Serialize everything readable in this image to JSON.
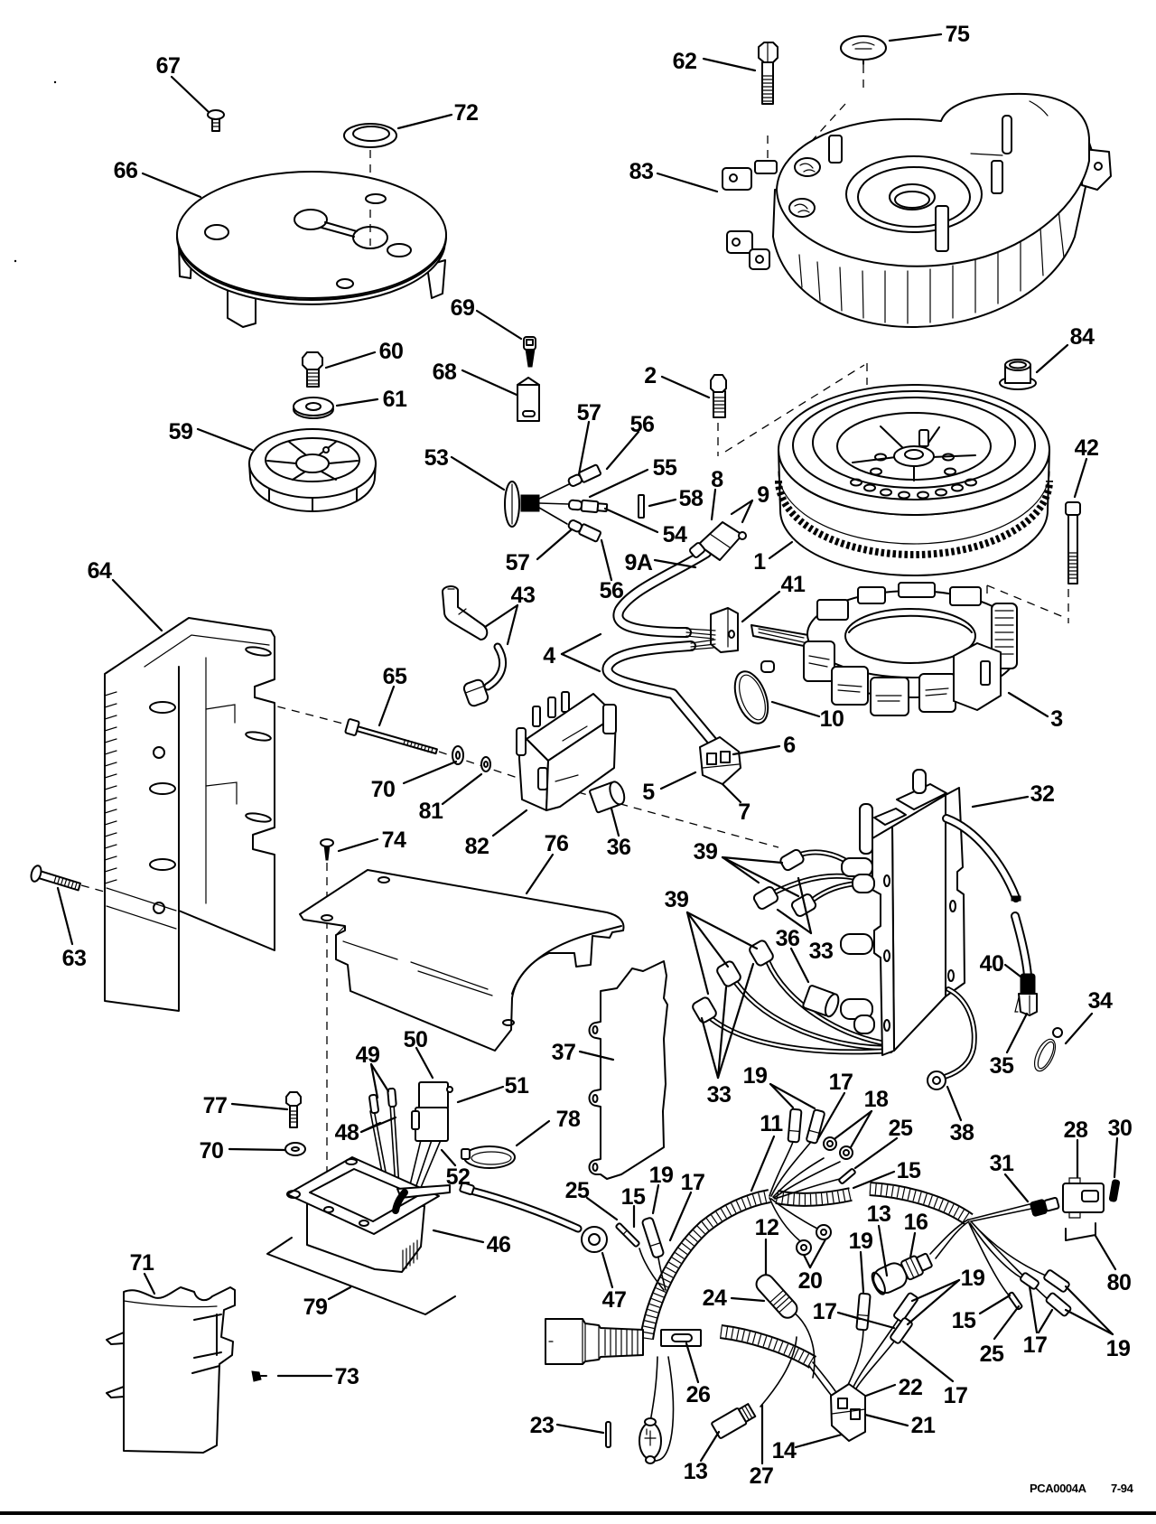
{
  "callouts": [
    "67",
    "72",
    "66",
    "69",
    "60",
    "61",
    "59",
    "68",
    "62",
    "75",
    "83",
    "84",
    "2",
    "53",
    "57",
    "56",
    "55",
    "58",
    "54",
    "57",
    "56",
    "8",
    "9",
    "9A",
    "1",
    "42",
    "41",
    "43",
    "4",
    "10",
    "3",
    "6",
    "5",
    "7",
    "64",
    "65",
    "70",
    "81",
    "82",
    "36",
    "74",
    "76",
    "63",
    "32",
    "39",
    "39",
    "36",
    "33",
    "40",
    "34",
    "35",
    "38",
    "33",
    "37",
    "50",
    "49",
    "51",
    "77",
    "48",
    "70",
    "78",
    "52",
    "46",
    "79",
    "71",
    "73",
    "47",
    "25",
    "15",
    "19",
    "17",
    "19",
    "17",
    "11",
    "18",
    "25",
    "15",
    "12",
    "20",
    "24",
    "13",
    "16",
    "19",
    "19",
    "17",
    "31",
    "28",
    "30",
    "80",
    "15",
    "25",
    "17",
    "19",
    "17",
    "22",
    "21",
    "26",
    "23",
    "14",
    "13",
    "27"
  ],
  "footer": {
    "figure_code": "PCA0004A",
    "date": "7-94"
  }
}
